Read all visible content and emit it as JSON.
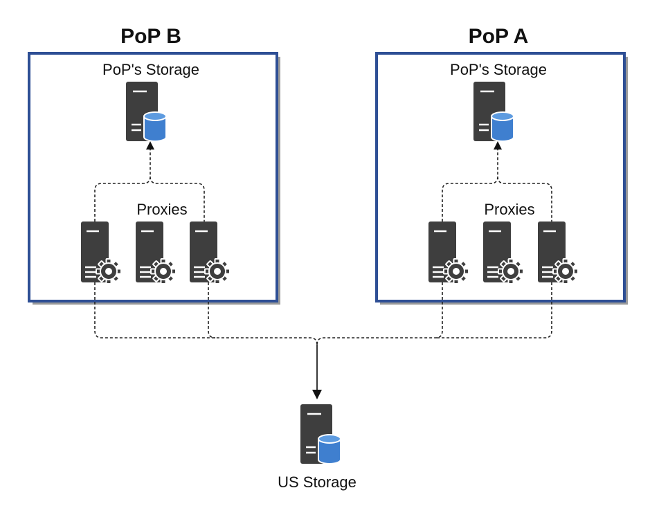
{
  "diagram": {
    "pop_b": {
      "title": "PoP B",
      "storage_label": "PoP's Storage",
      "proxies_label": "Proxies"
    },
    "pop_a": {
      "title": "PoP A",
      "storage_label": "PoP's Storage",
      "proxies_label": "Proxies"
    },
    "us_storage": {
      "label": "US Storage"
    },
    "icons": {
      "storage_server": "server-database-icon",
      "proxy_server": "server-gear-icon"
    },
    "colors": {
      "box_border": "#2e4f95",
      "server": "#3e3e3e",
      "database": "#3f7fcf",
      "connector": "#222222"
    }
  }
}
